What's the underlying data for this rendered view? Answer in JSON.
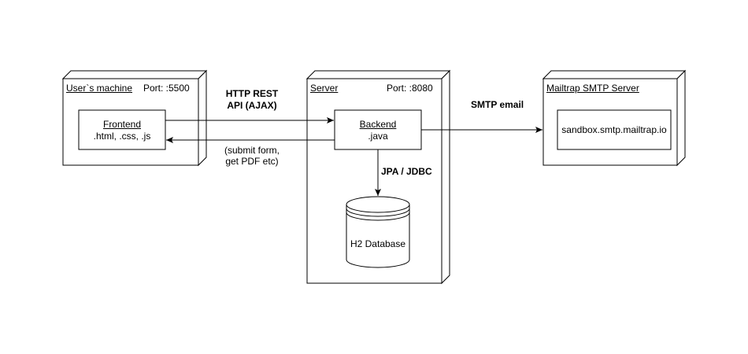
{
  "nodes": {
    "users_machine": {
      "title": "User`s machine",
      "port": "Port: :5500"
    },
    "server": {
      "title": "Server",
      "port": "Port: :8080"
    },
    "mailtrap": {
      "title": "Mailtrap SMTP Server"
    }
  },
  "components": {
    "frontend": {
      "name": "Frontend",
      "detail": ".html, .css, .js"
    },
    "backend": {
      "name": "Backend",
      "detail": ".java"
    },
    "smtp_host": {
      "label": "sandbox.smtp.mailtrap.io"
    },
    "database": {
      "label": "H2 Database"
    }
  },
  "edges": {
    "http": {
      "line1": "HTTP REST",
      "line2": "API (AJAX)"
    },
    "http_return": {
      "line1": "(submit form,",
      "line2": "get PDF etc)"
    },
    "smtp": {
      "label": "SMTP email"
    },
    "jpa": {
      "label": "JPA / JDBC"
    }
  }
}
